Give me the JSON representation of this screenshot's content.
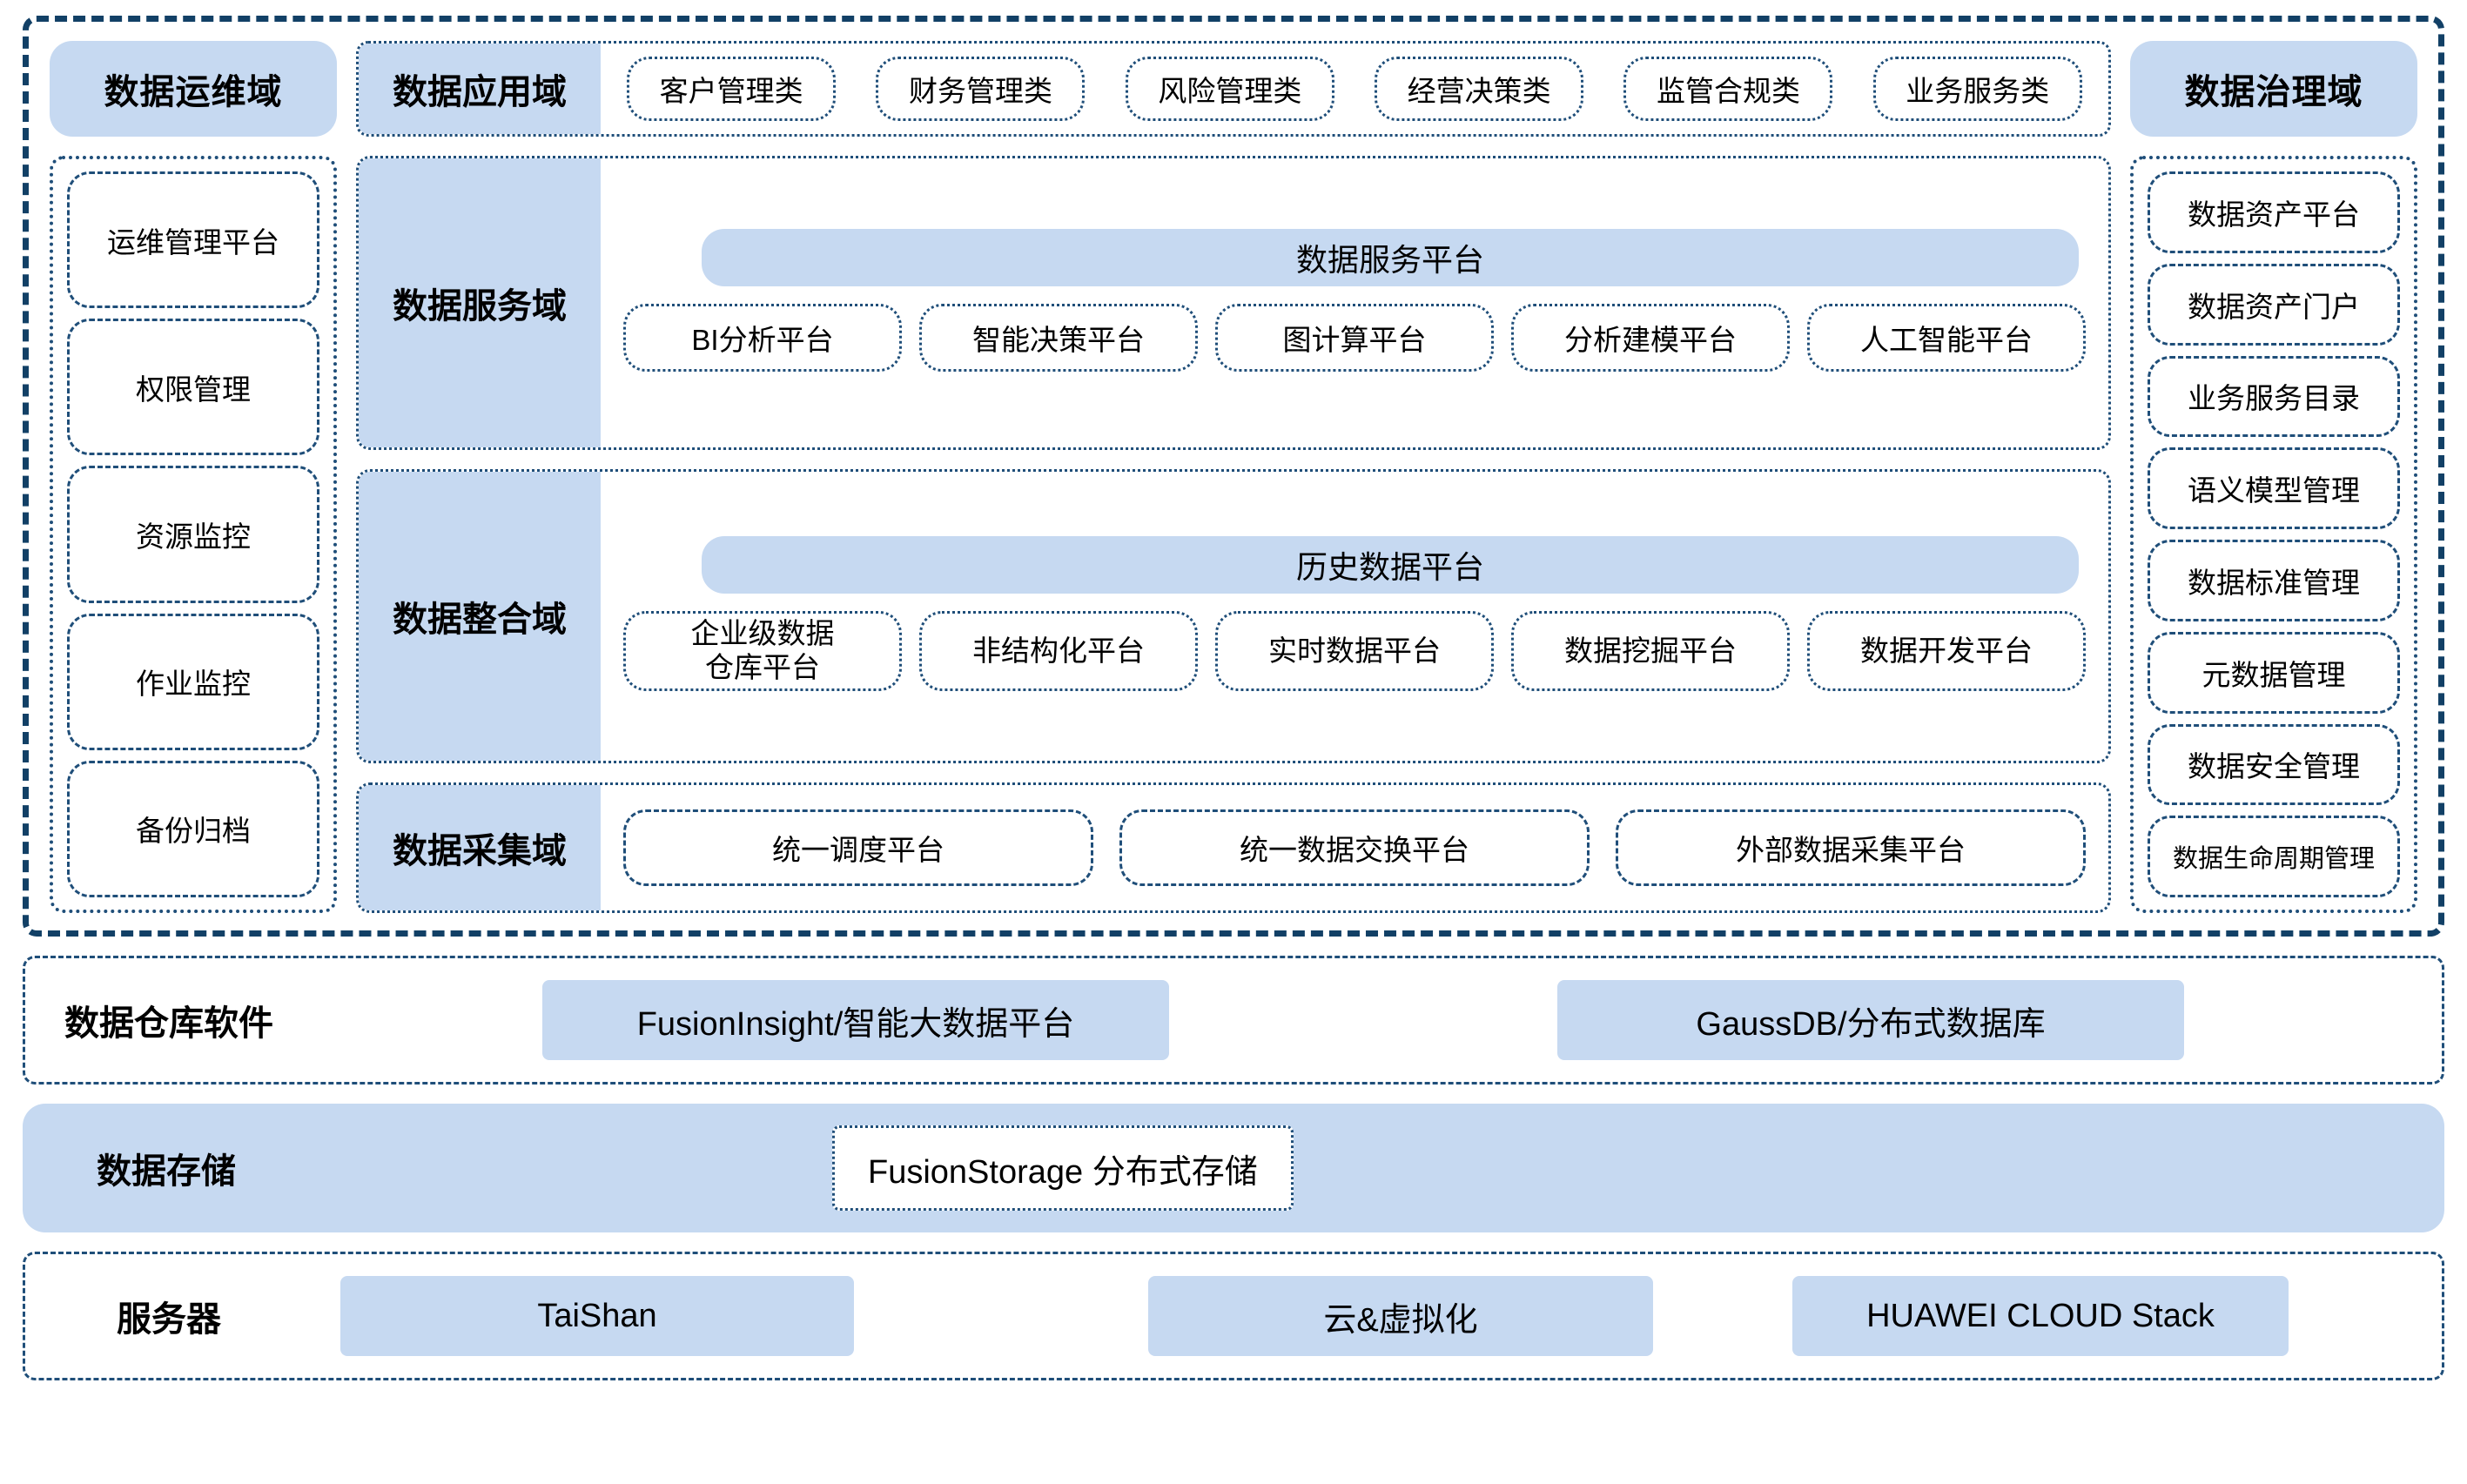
{
  "platform": {
    "ops_domain_label": "数据运维域",
    "governance_domain_label": "数据治理域",
    "app_domain": {
      "label": "数据应用域",
      "items": [
        "客户管理类",
        "财务管理类",
        "风险管理类",
        "经营决策类",
        "监管合规类",
        "业务服务类"
      ]
    },
    "ops_items": [
      "运维管理平台",
      "权限管理",
      "资源监控",
      "作业监控",
      "备份归档"
    ],
    "governance_items": [
      "数据资产平台",
      "数据资产门户",
      "业务服务目录",
      "语义模型管理",
      "数据标准管理",
      "元数据管理",
      "数据安全管理",
      "数据生命周期管理"
    ],
    "service_domain": {
      "label": "数据服务域",
      "platform_bar": "数据服务平台",
      "items": [
        "BI分析平台",
        "智能决策平台",
        "图计算平台",
        "分析建模平台",
        "人工智能平台"
      ]
    },
    "integration_domain": {
      "label": "数据整合域",
      "platform_bar": "历史数据平台",
      "items": [
        "企业级数据\n仓库平台",
        "非结构化平台",
        "实时数据平台",
        "数据挖掘平台",
        "数据开发平台"
      ]
    },
    "collection_domain": {
      "label": "数据采集域",
      "items": [
        "统一调度平台",
        "统一数据交换平台",
        "外部数据采集平台"
      ]
    }
  },
  "warehouse_band": {
    "title": "数据仓库软件",
    "items": [
      "FusionInsight/智能大数据平台",
      "GaussDB/分布式数据库"
    ]
  },
  "storage_band": {
    "title": "数据存储",
    "items": [
      "FusionStorage 分布式存储"
    ]
  },
  "server_band": {
    "title": "服务器",
    "items": [
      "TaiShan",
      "云&虚拟化",
      "HUAWEI CLOUD Stack"
    ]
  },
  "colors": {
    "fill_blue": "#c6d9f1",
    "border_navy": "#1f4e79",
    "frame_navy": "#124066",
    "text_black": "#000000",
    "background": "#ffffff"
  }
}
